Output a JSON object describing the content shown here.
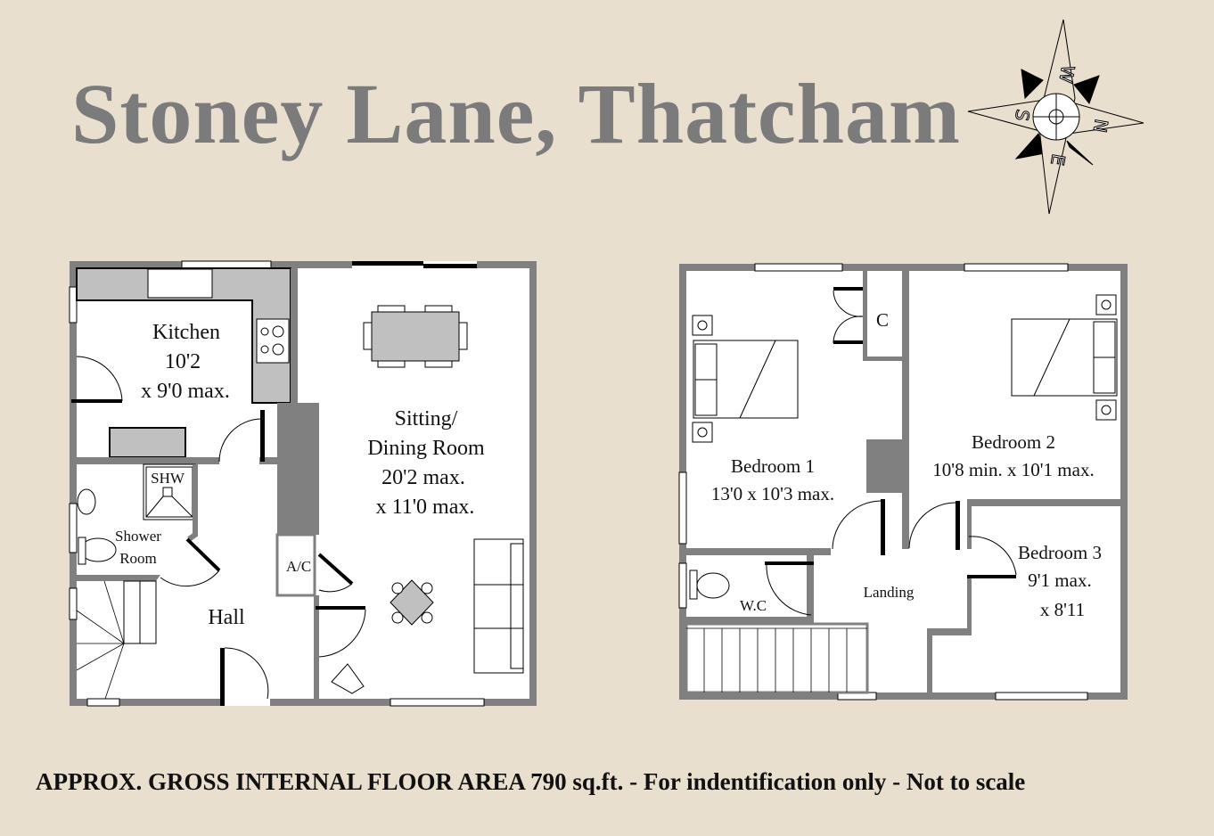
{
  "title": "Stoney Lane, Thatcham",
  "compass": {
    "n": "N",
    "s": "S",
    "e": "E",
    "w": "W"
  },
  "ground_floor": {
    "kitchen": {
      "name": "Kitchen",
      "dim1": "10'2",
      "dim2": "x 9'0 max."
    },
    "sitting": {
      "name1": "Sitting/",
      "name2": "Dining Room",
      "dim1": "20'2 max.",
      "dim2": "x 11'0 max."
    },
    "shower": {
      "name1": "Shower",
      "name2": "Room"
    },
    "shw": "SHW",
    "ac": "A/C",
    "hall": "Hall"
  },
  "first_floor": {
    "bedroom1": {
      "name": "Bedroom 1",
      "dim": "13'0 x 10'3 max."
    },
    "bedroom2": {
      "name": "Bedroom 2",
      "dim": "10'8 min. x 10'1 max."
    },
    "bedroom3": {
      "name": "Bedroom 3",
      "dim1": "9'1 max.",
      "dim2": "x 8'11"
    },
    "cupboard": "C",
    "wc": "W.C",
    "landing": "Landing"
  },
  "footer": "APPROX. GROSS INTERNAL FLOOR AREA 790 sq.ft. - For indentification only - Not to scale",
  "colors": {
    "background": "#e8dfcf",
    "wall": "#808080",
    "title": "#7b7b7b",
    "fitting": "#c0c0c0"
  }
}
